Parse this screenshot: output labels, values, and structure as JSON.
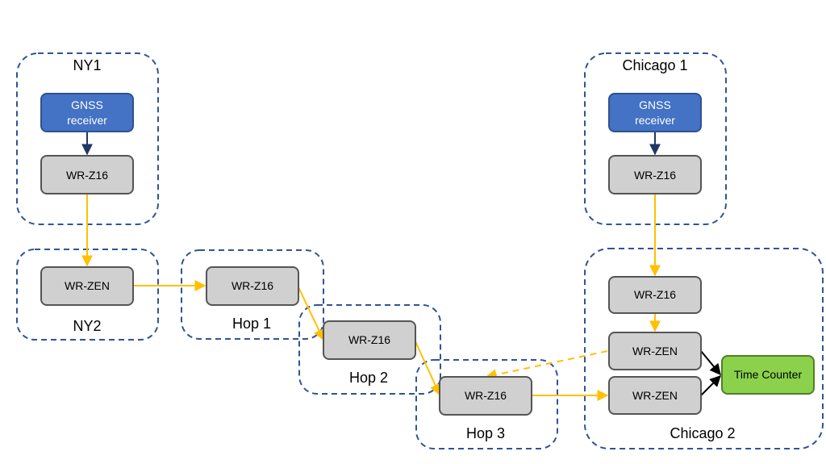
{
  "groups": {
    "ny1": "NY1",
    "ny2": "NY2",
    "hop1": "Hop 1",
    "hop2": "Hop 2",
    "hop3": "Hop 3",
    "chicago1": "Chicago 1",
    "chicago2": "Chicago 2"
  },
  "nodes": {
    "ny1_gnss_line1": "GNSS",
    "ny1_gnss_line2": "receiver",
    "ny1_wrz16": "WR-Z16",
    "ny2_wrzen": "WR-ZEN",
    "hop1_wrz16": "WR-Z16",
    "hop2_wrz16": "WR-Z16",
    "hop3_wrz16": "WR-Z16",
    "chi1_gnss_line1": "GNSS",
    "chi1_gnss_line2": "receiver",
    "chi1_wrz16": "WR-Z16",
    "chi2_wrz16": "WR-Z16",
    "chi2_wrzen_top": "WR-ZEN",
    "chi2_wrzen_bottom": "WR-ZEN",
    "time_counter": "Time Counter"
  },
  "colors": {
    "group_border": "#2f5496",
    "node_gray": "#d0d0d0",
    "node_blue": "#4472c4",
    "node_green": "#8bd14b",
    "link_yellow": "#ffc000",
    "link_navy": "#1f3864",
    "link_black": "#000000"
  }
}
